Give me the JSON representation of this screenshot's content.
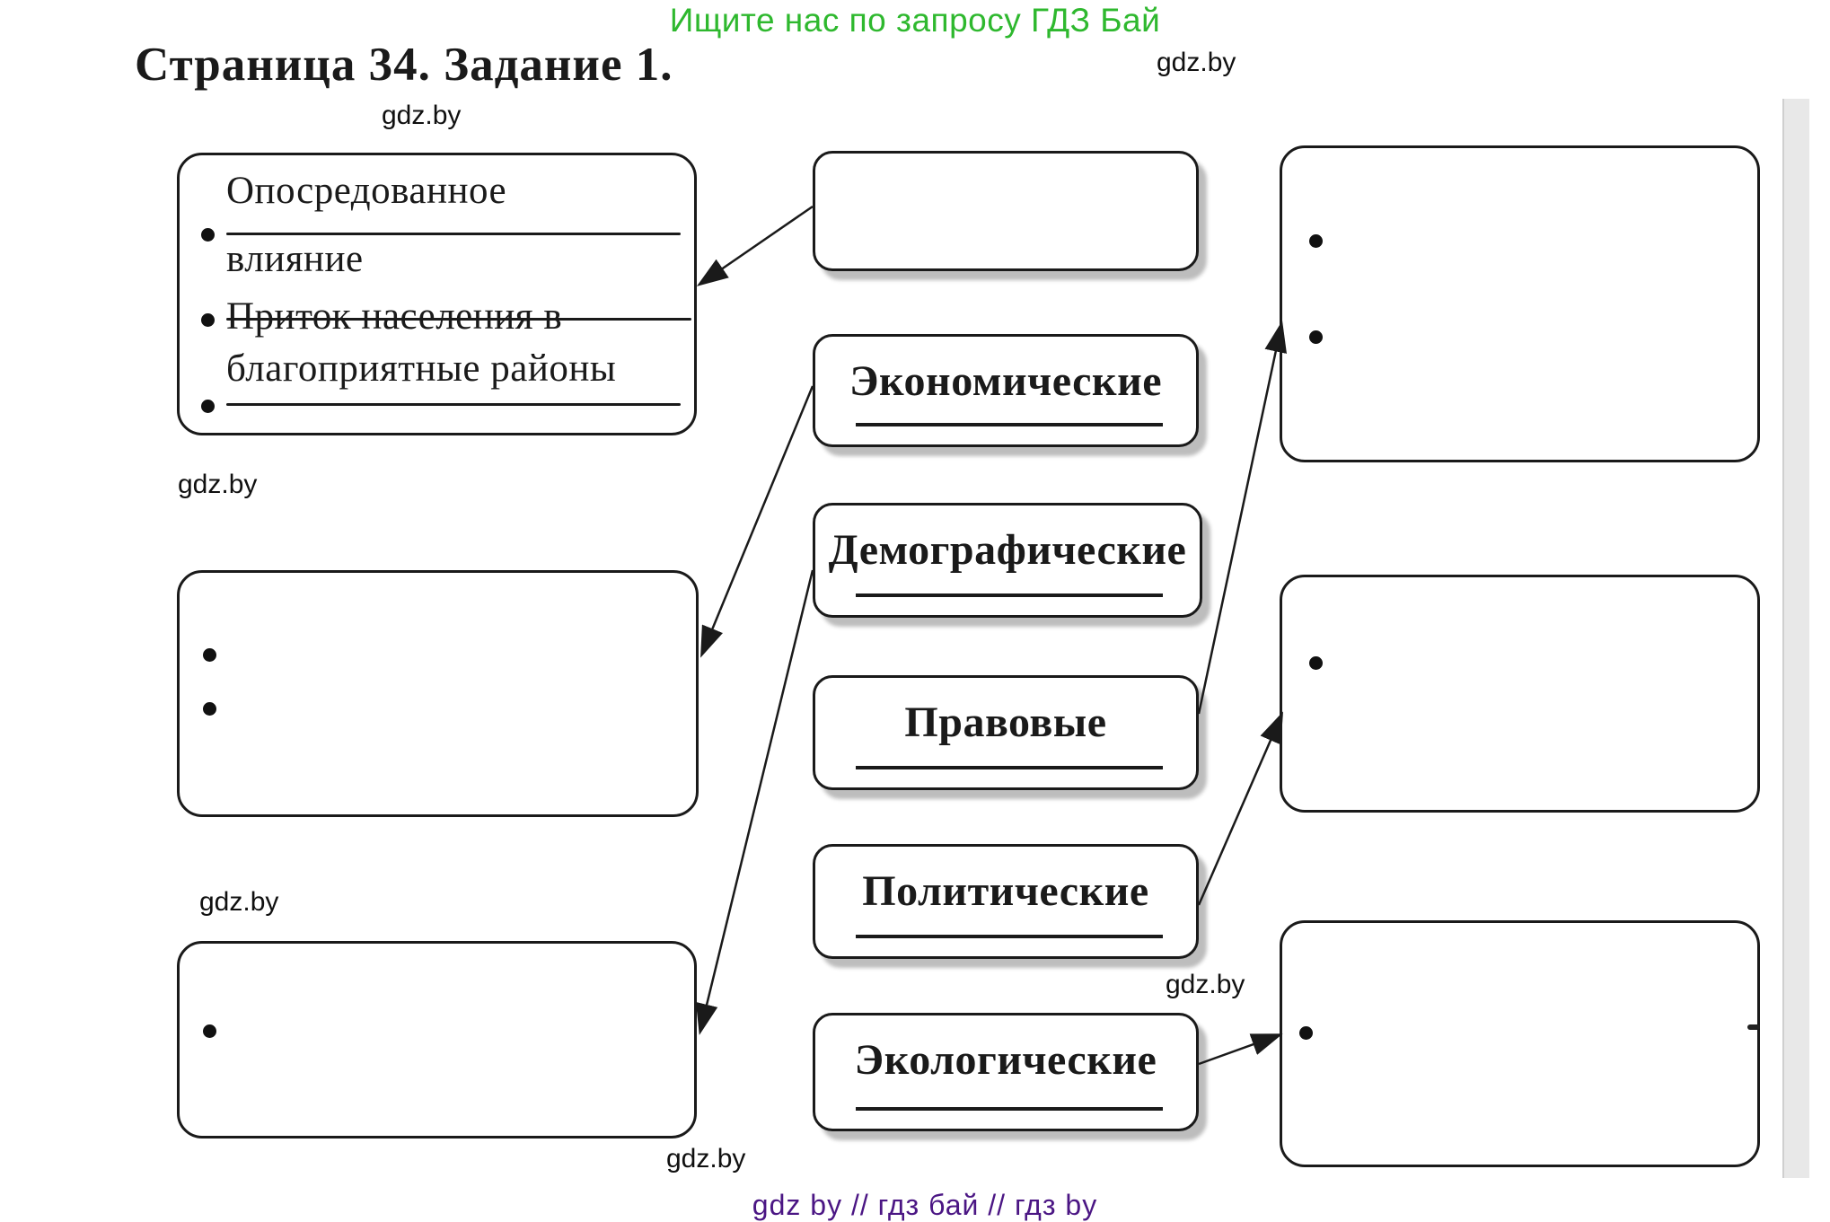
{
  "header": {
    "promo": "Ищите нас по запросу ГДЗ Бай"
  },
  "title": "Страница 34. Задание 1.",
  "watermark": "gdz.by",
  "left_top_box": {
    "item1_line1": "Опосредованное",
    "item1_line2": "влияние",
    "item2_line1": "Приток населения в",
    "item2_line2": "благоприятные районы"
  },
  "factors": {
    "economic": "Экономические",
    "demographic": "Демографические",
    "legal": "Правовые",
    "political": "Политические",
    "ecological": "Экологические"
  },
  "footer": "gdz by  //  гдз бай  //  гдз by",
  "colors": {
    "promo_green": "#2eb82e",
    "footer_purple": "#4b1684",
    "ink": "#1a1a1a",
    "shadow_gray": "#bdbdbd",
    "scan_strip_gray": "#e8e8e8"
  }
}
